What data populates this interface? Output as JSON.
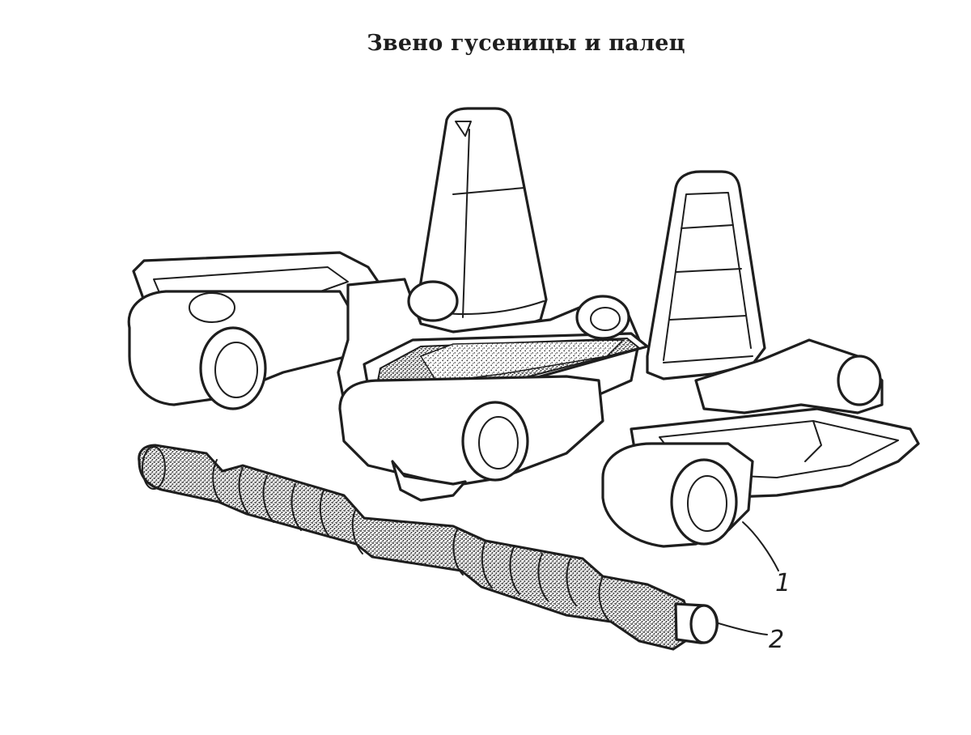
{
  "figure": {
    "title": "Звено гусеницы и палец",
    "callouts": [
      {
        "label": "1",
        "part": "track-link"
      },
      {
        "label": "2",
        "part": "track-pin"
      }
    ],
    "colors": {
      "ink": "#1e1e1e",
      "paper": "#ffffff",
      "stipple": "#3a3a3a"
    }
  }
}
